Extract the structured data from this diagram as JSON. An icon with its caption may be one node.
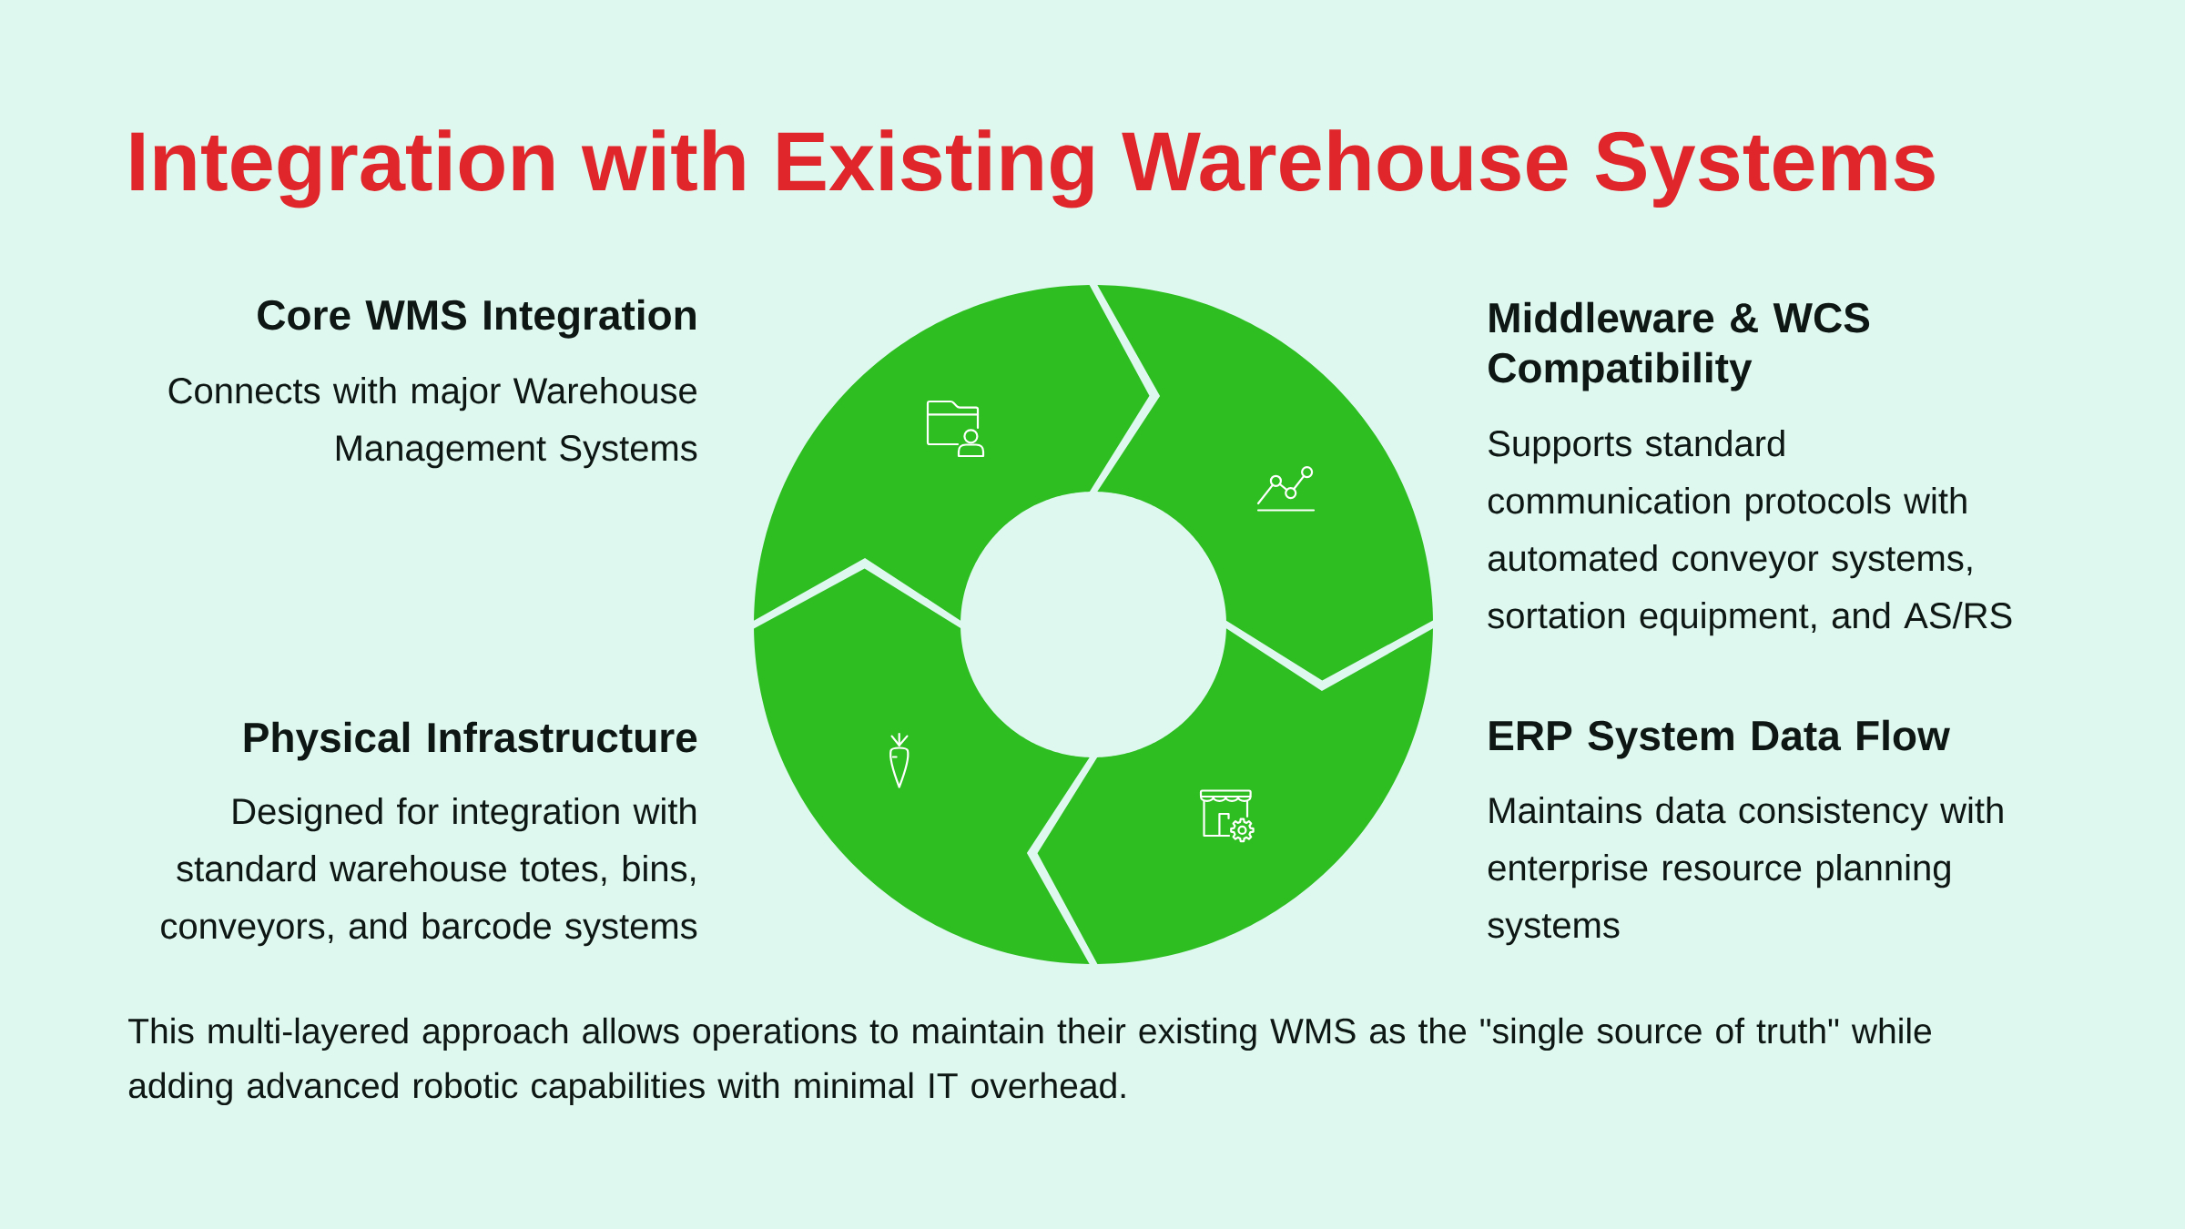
{
  "diagram": {
    "title": "Integration with Existing Warehouse Systems",
    "nodes": [
      {
        "text": [],
        "shape": "arrow",
        "beside": [
          "Core WMS Integration",
          "Connects with major Warehouse Management Systems"
        ]
      },
      {
        "text": [],
        "shape": "arrow",
        "beside": [
          "Middleware & WCS Compatibility",
          "Supports standard communication protocols with automated conveyor systems, sortation equipment, and AS/RS"
        ]
      },
      {
        "text": [],
        "shape": "arrow",
        "beside": [
          "Physical Infrastructure",
          "Designed for integration with standard warehouse totes, bins, conveyors, and barcode systems"
        ]
      },
      {
        "text": [],
        "shape": "arrow",
        "beside": [
          "ERP System Data Flow",
          "Maintains data consistency with enterprise resource planning systems"
        ]
      }
    ],
    "caption": "This multi-layered approach allows operations to maintain their existing WMS as the \"single source of truth\" while adding advanced robotic capabilities with minimal IT overhead."
  }
}
